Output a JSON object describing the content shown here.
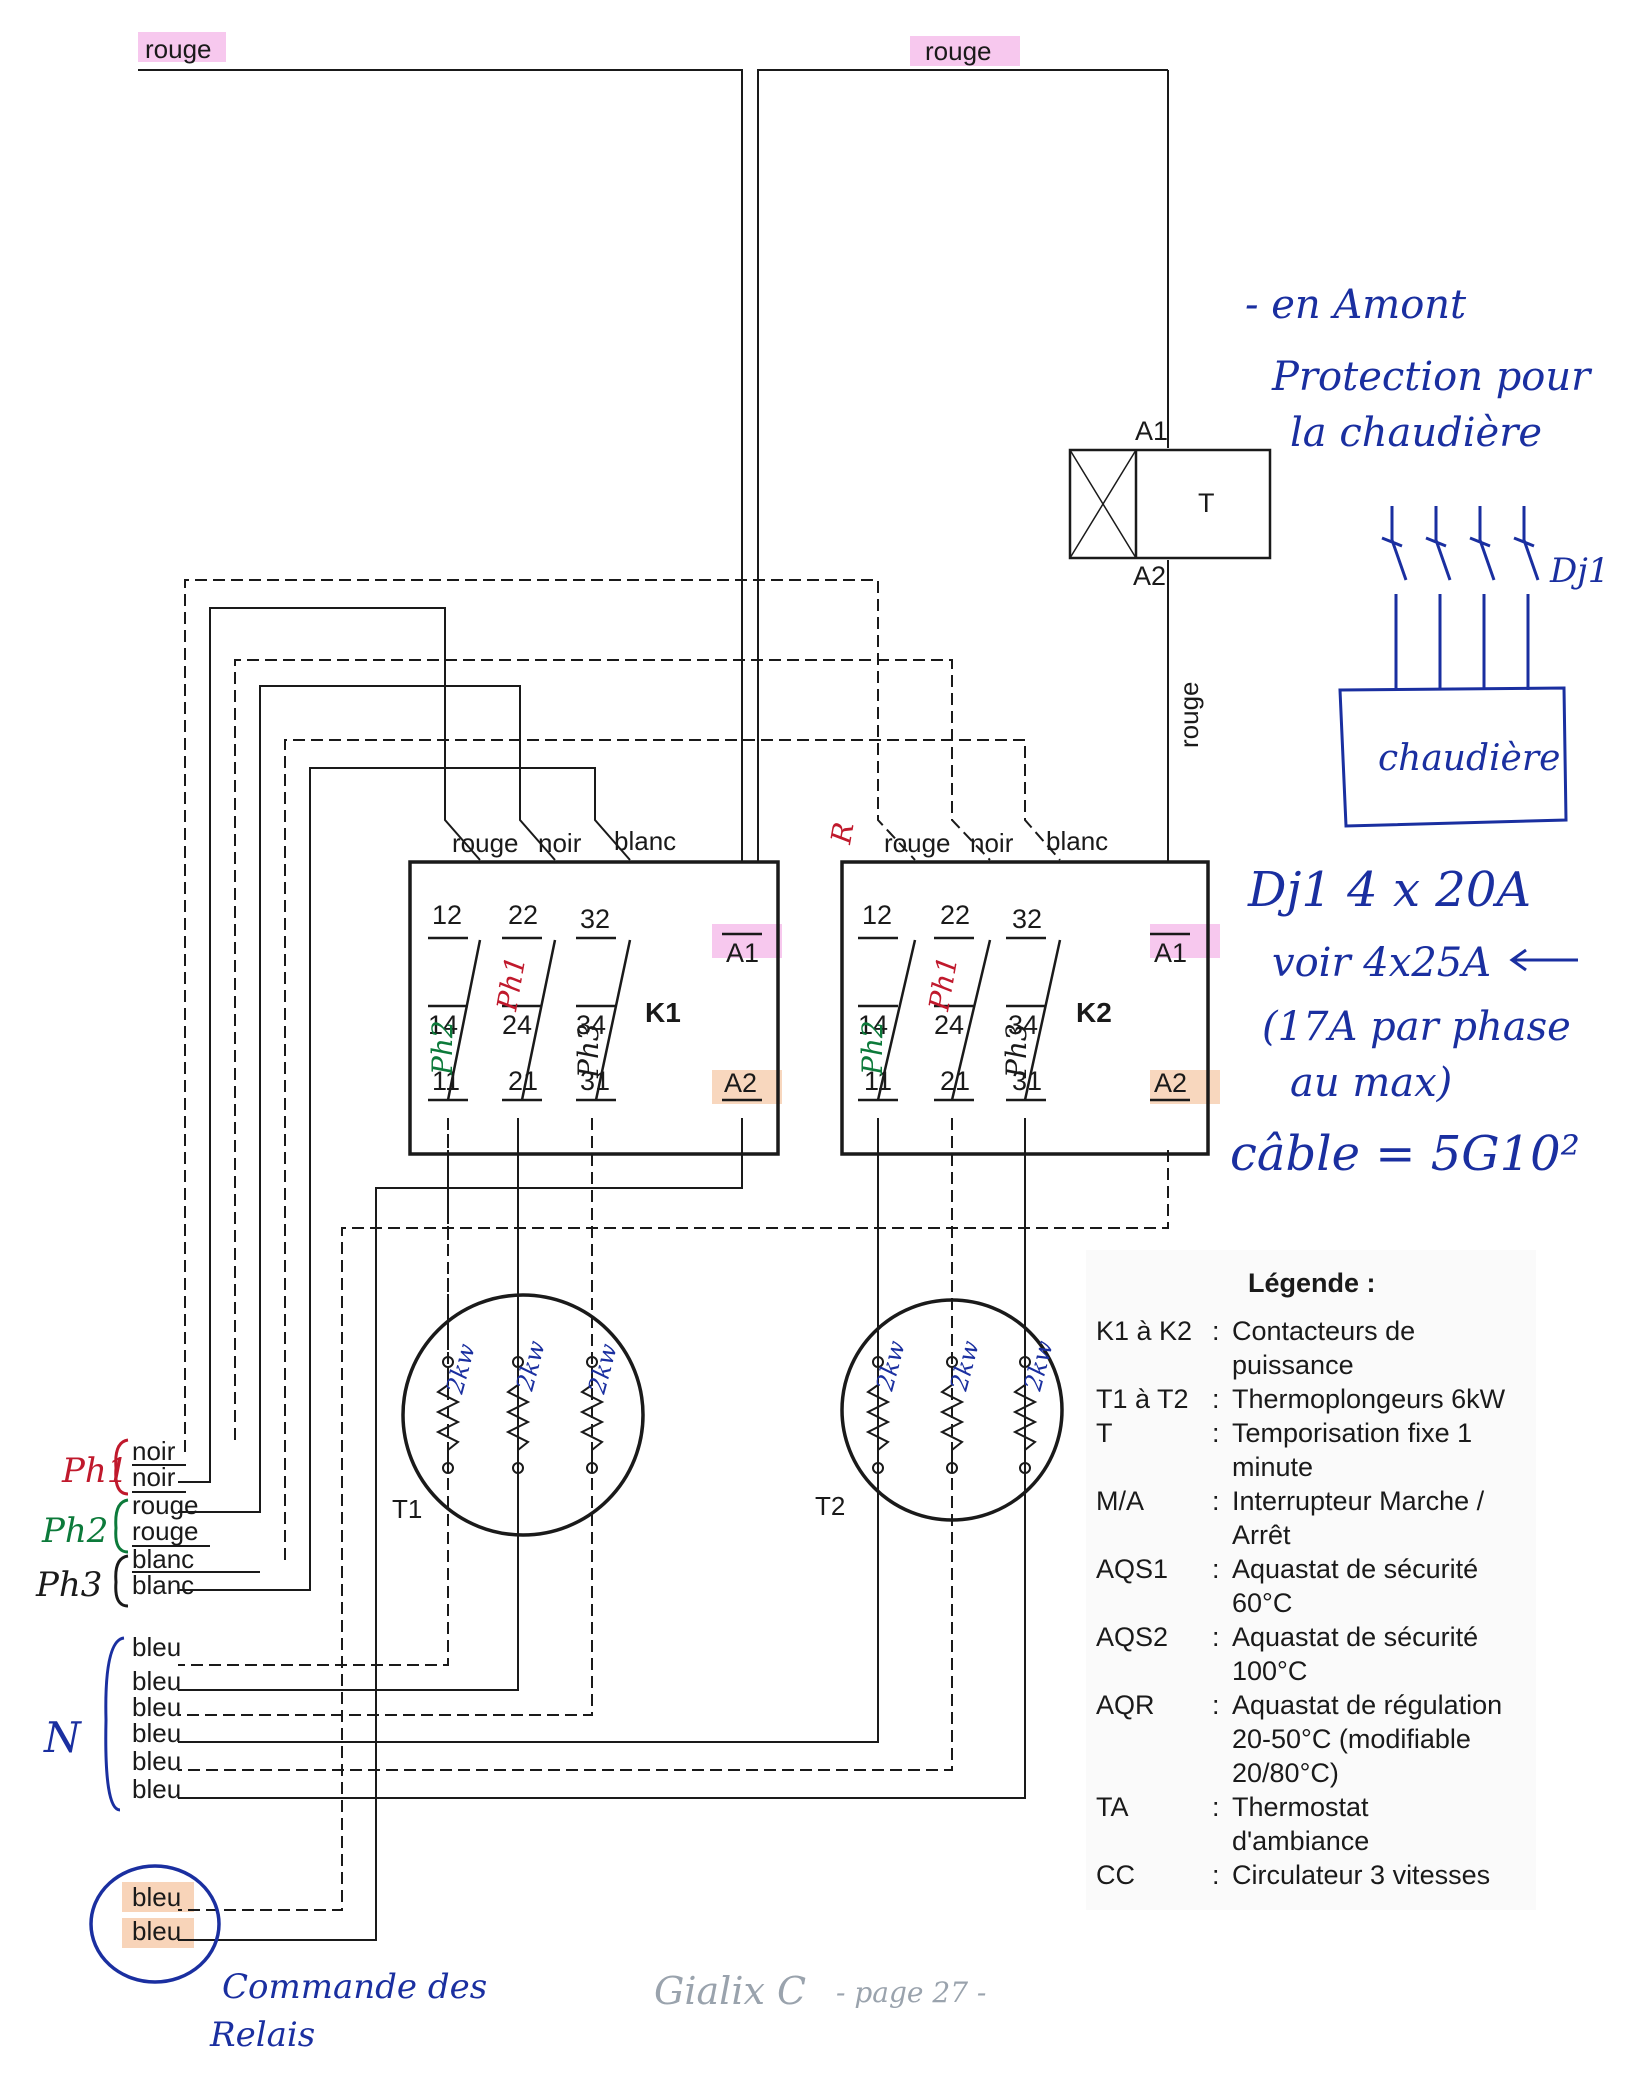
{
  "wires": {
    "top_left": "rouge",
    "top_right": "rouge",
    "timer_down": "rouge",
    "k_top_labels": [
      "rouge",
      "noir",
      "blanc"
    ],
    "k2_handwritten": "R",
    "left_feed": [
      "noir",
      "noir",
      "rouge",
      "rouge",
      "blanc",
      "blanc"
    ],
    "neutrals": [
      "bleu",
      "bleu",
      "bleu",
      "bleu",
      "bleu",
      "bleu"
    ],
    "control": [
      "bleu",
      "bleu"
    ]
  },
  "phase_brackets": [
    "Ph1",
    "Ph2",
    "Ph3"
  ],
  "neutral_bracket": "N",
  "control_note": [
    "Commande des",
    "Relais"
  ],
  "timer": {
    "label": "T",
    "a1": "A1",
    "a2": "A2"
  },
  "contactors": [
    {
      "name": "K1",
      "top": [
        "12",
        "22",
        "32"
      ],
      "mid": [
        "14",
        "24",
        "34"
      ],
      "bot": [
        "11",
        "21",
        "31"
      ],
      "a1": "A1",
      "a2": "A2",
      "phases": [
        "Ph2",
        "Ph1",
        "Ph3"
      ]
    },
    {
      "name": "K2",
      "top": [
        "12",
        "22",
        "32"
      ],
      "mid": [
        "14",
        "24",
        "34"
      ],
      "bot": [
        "11",
        "21",
        "31"
      ],
      "a1": "A1",
      "a2": "A2",
      "phases": [
        "Ph2",
        "Ph1",
        "Ph3"
      ]
    }
  ],
  "heaters": [
    {
      "name": "T1",
      "elements": [
        "2kw",
        "2kw",
        "2kw"
      ]
    },
    {
      "name": "T2",
      "elements": [
        "2kw",
        "2kw",
        "2kw"
      ]
    }
  ],
  "notes": {
    "upstream": [
      "- en Amont",
      "Protection pour",
      "la chaudière"
    ],
    "breaker": "Dj1",
    "boiler": "chaudière",
    "specs": [
      "Dj1  4 x 20A",
      "voir 4x25A",
      "(17A par phase",
      "au max)",
      "câble = 5G10²"
    ]
  },
  "legend": {
    "title": "Légende :",
    "rows": [
      {
        "key": "K1 à K2",
        "val": [
          "Contacteurs de",
          "puissance"
        ]
      },
      {
        "key": "T1 à T2",
        "val": [
          "Thermoplongeurs 6kW"
        ]
      },
      {
        "key": "T",
        "val": [
          "Temporisation fixe 1",
          "minute"
        ]
      },
      {
        "key": "M/A",
        "val": [
          "Interrupteur Marche /",
          "Arrêt"
        ]
      },
      {
        "key": "AQS1",
        "val": [
          "Aquastat de sécurité",
          "60°C"
        ]
      },
      {
        "key": "AQS2",
        "val": [
          "Aquastat de sécurité",
          "100°C"
        ]
      },
      {
        "key": "AQR",
        "val": [
          "Aquastat de régulation",
          "20-50°C (modifiable",
          "20/80°C)"
        ]
      },
      {
        "key": "TA",
        "val": [
          "Thermostat",
          "d'ambiance"
        ]
      },
      {
        "key": "CC",
        "val": [
          "Circulateur 3 vitesses"
        ]
      }
    ]
  },
  "footer": {
    "author": "Gialix C",
    "page": "- page 27 -"
  },
  "colors": {
    "ink": "#1a1a1a",
    "pen_blue": "#1a2fa0",
    "pen_red": "#c0192c",
    "pen_green": "#0c7a3a",
    "highlight_pink": "#f4b6e8",
    "highlight_orange": "#f6c9a8"
  }
}
